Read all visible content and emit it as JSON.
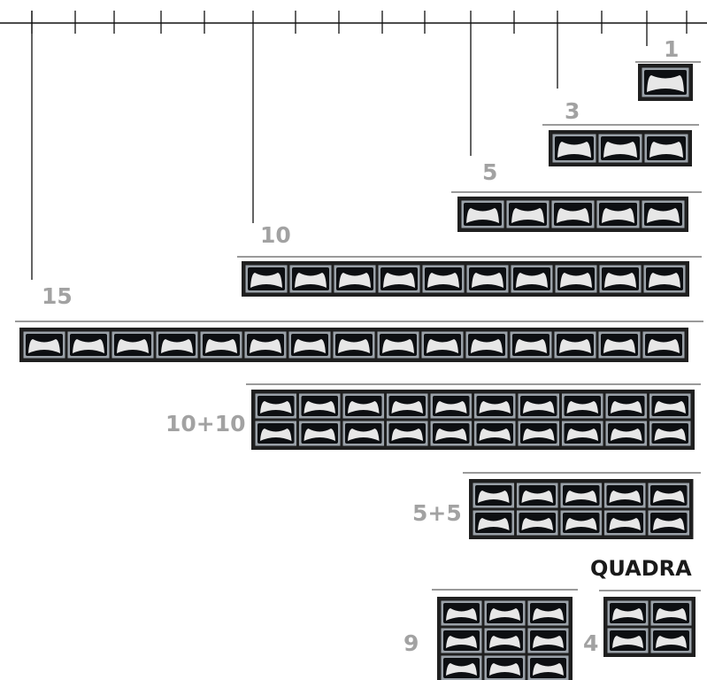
{
  "colors": {
    "line": "#111111",
    "label": "#a2a2a2",
    "label_dark": "#1a1a1a",
    "frame": "#1f1f1f",
    "cell": "#9aa1a8",
    "lamp": "#0d0f12",
    "glow": "#ffffff"
  },
  "products": [
    {
      "label": "1",
      "rows": 1,
      "cols": 1
    },
    {
      "label": "3",
      "rows": 1,
      "cols": 3
    },
    {
      "label": "5",
      "rows": 1,
      "cols": 5
    },
    {
      "label": "10",
      "rows": 1,
      "cols": 10
    },
    {
      "label": "15",
      "rows": 1,
      "cols": 15
    },
    {
      "label": "10+10",
      "rows": 2,
      "cols": 10
    },
    {
      "label": "5+5",
      "rows": 2,
      "cols": 5
    },
    {
      "label": "9",
      "rows": 3,
      "cols": 3
    },
    {
      "label": "4",
      "rows": 2,
      "cols": 2
    }
  ],
  "series_title": "QUADRA"
}
